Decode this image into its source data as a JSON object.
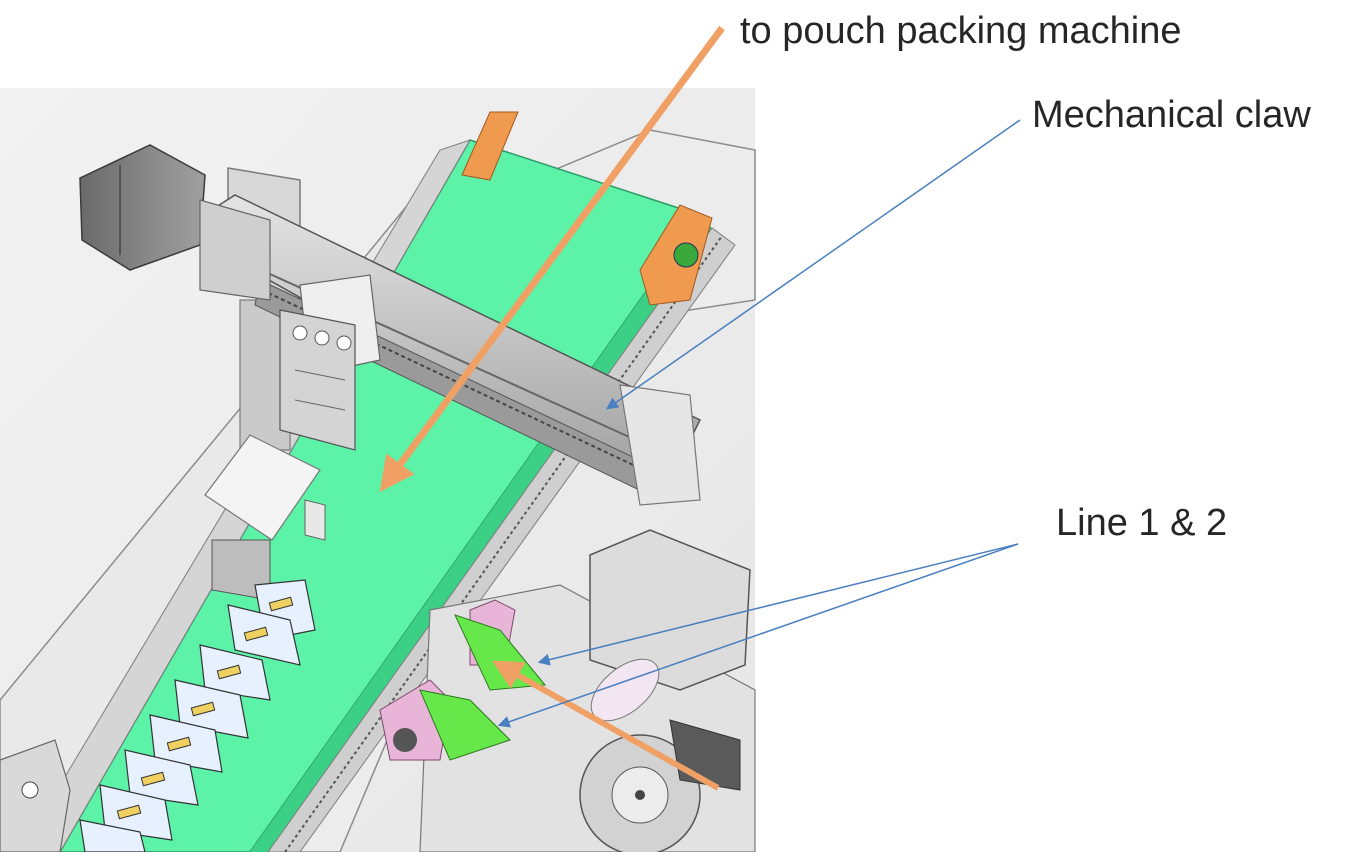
{
  "annotations": {
    "output_direction": "to pouch packing machine",
    "mechanical_claw": "Mechanical claw",
    "lines": "Line 1 & 2"
  },
  "colors": {
    "belt_green": "#5cf2a8",
    "belt_green_dark": "#3ccf86",
    "small_belt_green": "#66e84a",
    "roller_orange": "#f09a50",
    "arrow_orange": "#f0a064",
    "leader_blue": "#4a7fc0",
    "metal_light": "#dcdcdc",
    "metal_mid": "#b9b9b9",
    "metal_dark": "#6e6e6e",
    "motor_gray": "#8a8a8a",
    "pink_roller": "#e8b4d8",
    "label_text": "#262626"
  }
}
